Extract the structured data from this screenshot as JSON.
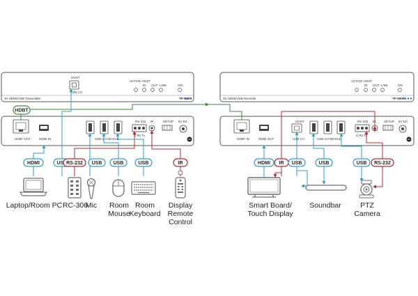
{
  "transmitter": {
    "front": {
      "name": "4K HDMI/USB Transmitter",
      "model": "TP-590T",
      "host_label": "HOST",
      "usb_label": "USB 2.0",
      "leds": [
        "ACTIVE HOST",
        "IN",
        "OUT",
        "LINK",
        "ON"
      ]
    },
    "back": {
      "ports": [
        "HDBT OUT",
        "HDMI IN",
        "USB 2.0 DEVICE",
        "RS-232",
        "G Rx Tx",
        "IR",
        "SETUP",
        "5V DC"
      ]
    }
  },
  "receiver": {
    "front": {
      "name": "4K HDMI/USB Receiver",
      "model": "TP-590R",
      "leds": [
        "ACTIVE HOST",
        "IN",
        "OUT",
        "LINK",
        "ON"
      ]
    },
    "back": {
      "ports": [
        "HDBT IN",
        "HDMI OUT",
        "HOST",
        "USB 2.0",
        "USB 2.0 DEVICE",
        "RS-232",
        "G Rx Tx",
        "IR",
        "SETUP",
        "5V DC"
      ]
    }
  },
  "link_tag": "HDBT",
  "tags": {
    "tx": [
      "HDMI",
      "USB",
      "RS-232",
      "USB",
      "USB",
      "USB",
      "IR"
    ],
    "rx": [
      "HDMI",
      "IR",
      "USB",
      "USB",
      "USB",
      "RS-232"
    ]
  },
  "devices": {
    "laptop": "Laptop/Room PC",
    "rc306": "RC-306",
    "mic": "Mic",
    "mouse": "Room\nMouse",
    "keyboard": "Room\nKeyboard",
    "display_remote": "Display\nRemote\nControl",
    "smart_board": "Smart Board/\nTouch Display",
    "soundbar": "Soundbar",
    "ptz": "PTZ\nCamera"
  },
  "colors": {
    "usb_hdmi_line": "#2aa3c4",
    "serial_ir_line": "#c0262d",
    "hdbt_line": "#3a8a3a",
    "device_outline": "#6d6e71",
    "tag_border_blue": "#2aa3c4",
    "tag_border_red": "#c0262d"
  }
}
